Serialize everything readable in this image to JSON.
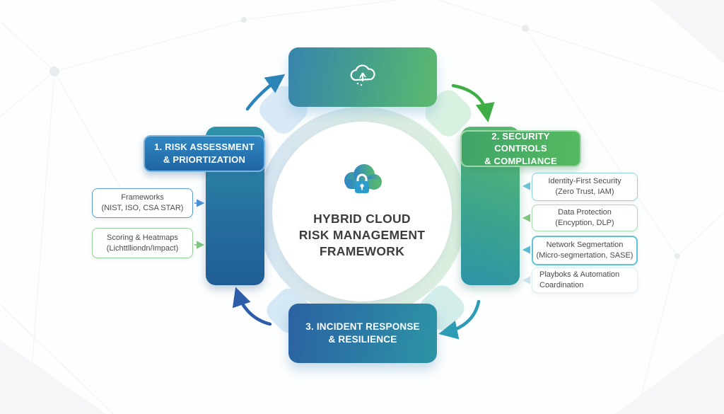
{
  "center": {
    "icon": "cloud-lock-icon",
    "title_line1": "HYBRID CLOUD",
    "title_line2": "RISK MANAGEMENT",
    "title_line3": "FRAMEWORK"
  },
  "top_node": {
    "icon": "cloud-icon"
  },
  "stage1": {
    "label_line1": "1. RISK ASSESSMENT",
    "label_line2": "& PRIORTIZATION",
    "items": [
      {
        "line1": "Frameworks",
        "line2": "(NIST, ISO, CSA STAR)"
      },
      {
        "line1": "Scoring & Heatmaps",
        "line2": "(Lichttlliondn/Impact)"
      }
    ]
  },
  "stage2": {
    "label_line1": "2. SECURITY CONTROLS",
    "label_line2": "& COMPLIANCE",
    "items": [
      {
        "line1": "Identity-First Security",
        "line2": "(Zero Trust, IAM)"
      },
      {
        "line1": "Data Protection",
        "line2": "(Encyption, DLP)"
      },
      {
        "line1": "Network Segmertation",
        "line2": "(Micro-segmertation, SASE)"
      },
      {
        "line1": "Playboks & Automation",
        "line2": "Coardination"
      }
    ]
  },
  "stage3": {
    "label_line1": "3. INCIDENT RESPONSE",
    "label_line2": "& RESILIENCE"
  },
  "colors": {
    "arrow_teal_blue": "#2c85b8",
    "arrow_green": "#3fae47",
    "arrow_teal": "#2d9cb4",
    "arrow_dark_blue": "#2b5da8",
    "bar_left_top": "#2f93ab",
    "bar_left_bottom": "#1f5e96",
    "bar_right_top": "#5abb6e",
    "bar_right_bottom": "#2e93a8",
    "pill_blue": "#1f66a3",
    "pill_green": "#55b95f",
    "title_text": "#3d3d3d"
  }
}
